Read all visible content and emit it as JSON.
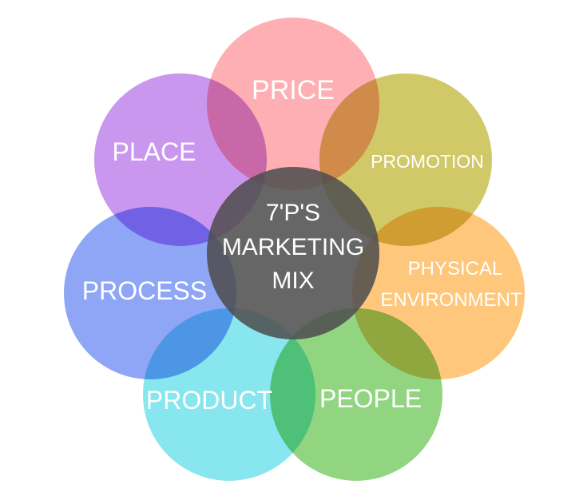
{
  "diagram": {
    "center": {
      "lines": [
        "7'P'S",
        "MARKETING",
        "MIX"
      ],
      "color": "#4d4d4d"
    },
    "petals": [
      {
        "id": "price",
        "lines": [
          "PRICE"
        ],
        "color": "#fd7e86"
      },
      {
        "id": "promotion",
        "lines": [
          "PROMOTION"
        ],
        "color": "#b5a70a"
      },
      {
        "id": "physical-environment",
        "lines": [
          "PHYSICAL",
          "ENVIRONMENT"
        ],
        "color": "#fda42a"
      },
      {
        "id": "people",
        "lines": [
          "PEOPLE"
        ],
        "color": "#4dbb33"
      },
      {
        "id": "product",
        "lines": [
          "PRODUCT"
        ],
        "color": "#3fd6e3"
      },
      {
        "id": "process",
        "lines": [
          "PROCESS"
        ],
        "color": "#4a6ff0"
      },
      {
        "id": "place",
        "lines": [
          "PLACE"
        ],
        "color": "#a857e3"
      }
    ]
  }
}
